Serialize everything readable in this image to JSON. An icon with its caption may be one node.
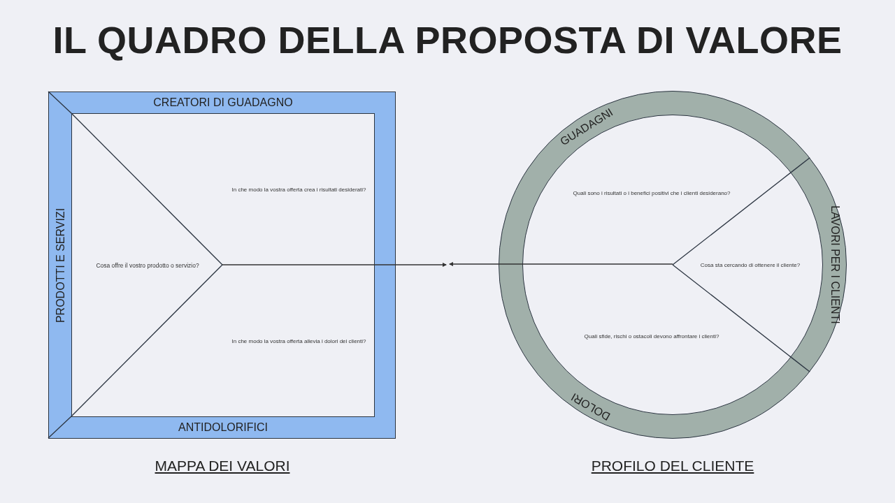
{
  "diagram": {
    "title": "IL QUADRO DELLA PROPOSTA DI VALORE",
    "nodes": [
      {
        "text": [
          "CREATORI DI GUADAGNO",
          "PRODOTTI E SERVIZI",
          "ANTIDOLORIFICI"
        ],
        "beside": [
          "MAPPA DEI VALORI"
        ]
      },
      {
        "text": [
          "Cosa offre il vostro prodotto o servizio?"
        ],
        "in": 0
      },
      {
        "text": [
          "In che modo la vostra offerta crea i risultati desiderati?"
        ],
        "in": 0
      },
      {
        "text": [
          "In che modo la vostra offerta allevia i dolori dei clienti?"
        ],
        "in": 0
      },
      {
        "text": [
          "GUADAGNI",
          "LAVORI PER I CLIENTI",
          "DOLORI"
        ],
        "beside": [
          "PROFILO DEL CLIENTE"
        ]
      },
      {
        "text": [
          "Quali sono i risultati o i benefici positivi che i clienti desiderano?"
        ],
        "in": 4
      },
      {
        "text": [
          "Cosa sta cercando di ottenere il cliente?"
        ],
        "in": 4
      },
      {
        "text": [
          "Quali sfide, rischi o ostacoli devono affrontare i clienti?"
        ],
        "in": 4
      }
    ],
    "edges": [
      {
        "from": 1,
        "to": null,
        "arrow": "to"
      },
      {
        "from": 6,
        "to": null,
        "arrow": "to"
      }
    ]
  }
}
